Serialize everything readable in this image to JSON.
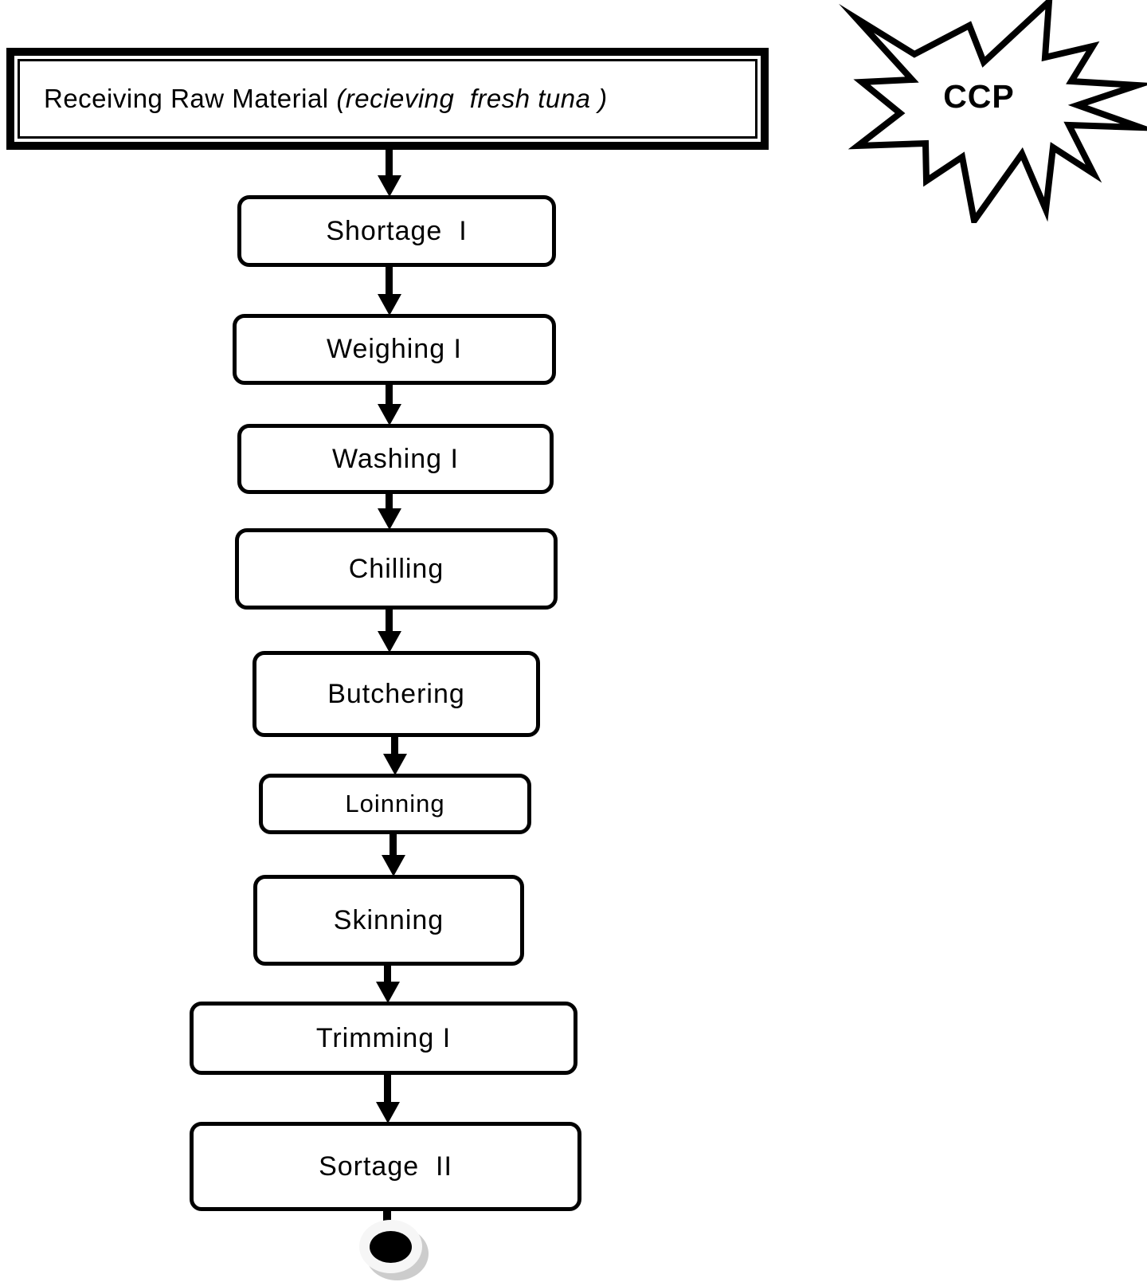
{
  "diagram": {
    "title_box": {
      "text": "Receiving Raw Material ",
      "subtext": "(recieving  fresh tuna )"
    },
    "ccp": {
      "label": "CCP"
    },
    "steps": [
      {
        "label": "Shortage  I"
      },
      {
        "label": "Weighing I"
      },
      {
        "label": "Washing I"
      },
      {
        "label": "Chilling"
      },
      {
        "label": "Butchering"
      },
      {
        "label": "Loinning"
      },
      {
        "label": "Skinning"
      },
      {
        "label": "Trimming I"
      },
      {
        "label": "Sortage  II"
      }
    ],
    "terminator": {
      "type": "end-connector-circle"
    },
    "colors": {
      "ink": "#000000",
      "background": "#ffffff",
      "terminator_ring": "#f6f6f6",
      "terminator_shadow": "#cccccc"
    }
  }
}
